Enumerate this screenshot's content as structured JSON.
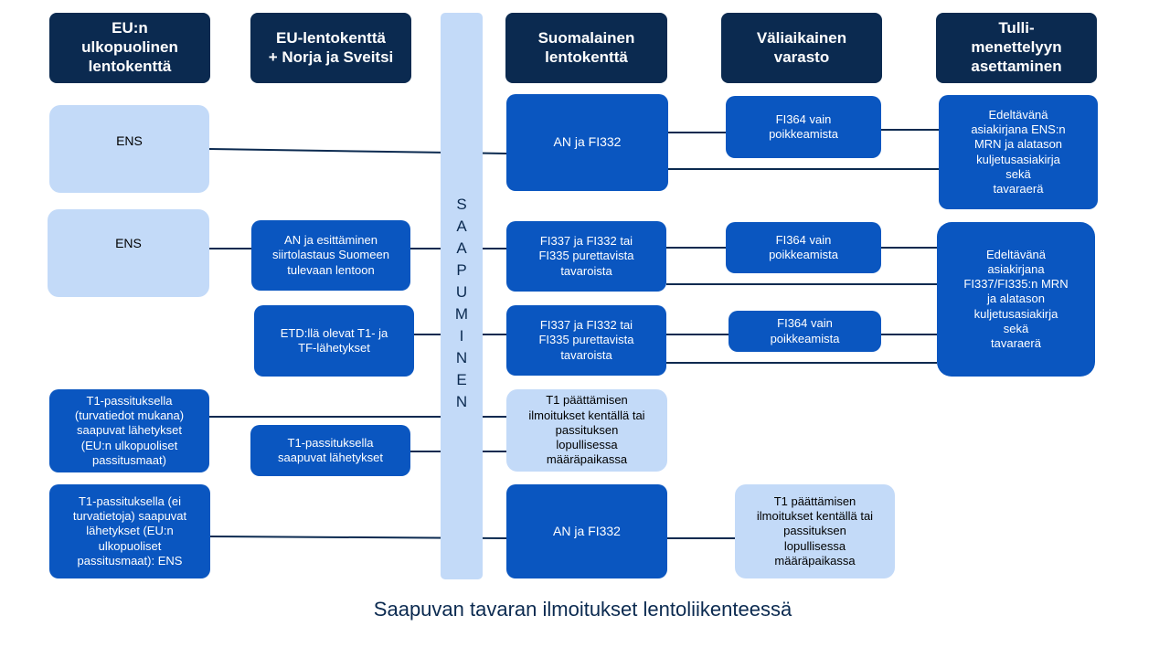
{
  "headers": [
    "EU:n\nulkopuolinen\nlentokenttä",
    "EU-lentokenttä\n+ Norja ja Sveitsi",
    "Suomalainen\nlentokenttä",
    "Väliaikainen\nvarasto",
    "Tulli-\nmenettelyyn\nasettaminen"
  ],
  "vertical_label": [
    "S",
    "A",
    "A",
    "P",
    "U",
    "M",
    "I",
    "N",
    "E",
    "N"
  ],
  "boxes": {
    "ens1": "ENS",
    "ens2": "ENS",
    "t1_turva": "T1-passituksella\n(turvatiedot mukana)\nsaapuvat lähetykset\n(EU:n ulkopuoliset\npassitusmaat)",
    "t1_ei_turva": "T1-passituksella (ei\nturvatietoja) saapuvat\nlähetykset (EU:n\nulkopuoliset\npassitusmaat): ENS",
    "an_siirto": "AN ja esittäminen\nsiirtolastaus Suomeen\ntulevaan lentoon",
    "etd": "ETD:llä olevat T1- ja\nTF-lähetykset",
    "t1_eu": "T1-passituksella\nsaapuvat lähetykset",
    "an_fi332_1": "AN ja  FI332",
    "fi337_1": "FI337 ja FI332 tai\nFI335 purettavista\ntavaroista",
    "fi337_2": "FI337 ja FI332 tai\nFI335 purettavista\ntavaroista",
    "t1_paatt_1": "T1 päättämisen\nilmoitukset kentällä tai\npassituksen\nlopullisessa\nmääräpaikassa",
    "an_fi332_2": "AN  ja FI332",
    "fi364_1": "FI364 vain\npoikkeamista",
    "fi364_2": "FI364 vain\npoikkeamista",
    "fi364_3": "FI364 vain\npoikkeamista",
    "t1_paatt_2": "T1 päättämisen\nilmoitukset kentällä tai\npassituksen\nlopullisessa\nmääräpaikassa",
    "edelt_1": "Edeltävänä\nasiakirjana ENS:n\nMRN ja alatason\nkuljetusasiakirja\nsekä\ntavaraerä",
    "edelt_2": "Edeltävänä\nasiakirjana\nFI337/FI335:n MRN\nja alatason\nkuljetusasiakirja\nsekä\ntavaraerä"
  },
  "caption": "Saapuvan tavaran ilmoitukset lentoliikenteessä",
  "colors": {
    "header_bg": "#0b2a50",
    "light_box": "#c3daf8",
    "mid_box": "#0a56c0",
    "line": "#0b2a50"
  }
}
